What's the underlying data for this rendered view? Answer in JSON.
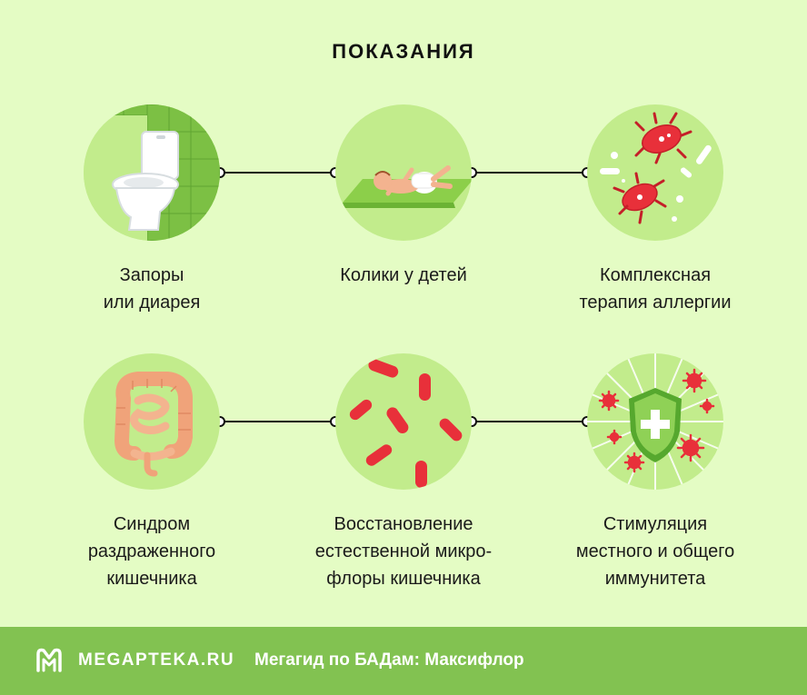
{
  "title": "ПОКАЗАНИЯ",
  "colors": {
    "background": "#e4fcc4",
    "circle": "#c2ec8c",
    "footer": "#82c251",
    "accent_red": "#e8303a"
  },
  "items": [
    {
      "lines": [
        "Запоры",
        "или диарея"
      ],
      "icon": "toilet-icon"
    },
    {
      "lines": [
        "Колики у детей"
      ],
      "icon": "baby-icon"
    },
    {
      "lines": [
        "Комплексная",
        "терапия аллергии"
      ],
      "icon": "bacteria-icon"
    },
    {
      "lines": [
        "Синдром",
        "раздраженного",
        "кишечника"
      ],
      "icon": "intestine-icon"
    },
    {
      "lines": [
        "Восстановление",
        "естественной микро-",
        "флоры кишечника"
      ],
      "icon": "microflora-icon"
    },
    {
      "lines": [
        "Стимуляция",
        "местного и общего",
        "иммунитета"
      ],
      "icon": "immunity-shield-icon"
    }
  ],
  "footer": {
    "brand": "MEGAPTEKA.RU",
    "subtitle": "Мегагид по БАДам: Максифлор",
    "logo_icon": "megapteka-logo-icon"
  }
}
